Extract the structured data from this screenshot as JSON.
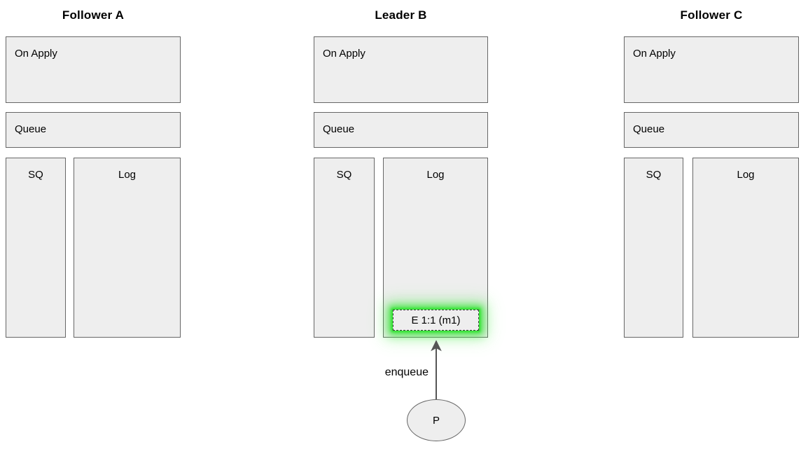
{
  "diagram": {
    "title_font_size": 17,
    "palette": {
      "box_fill": "#eeeeee",
      "box_stroke": "#666666",
      "highlight_glow": "#2de12d",
      "entry_border": "#3a3a3a",
      "edge_stroke": "#555555",
      "text": "#000000",
      "background": "#ffffff"
    },
    "columns": [
      {
        "id": "follower-a",
        "title": "Follower A",
        "on_apply": {
          "label": "On Apply"
        },
        "queue": {
          "label": "Queue"
        },
        "sq": {
          "label": "SQ"
        },
        "log": {
          "label": "Log",
          "entries": []
        }
      },
      {
        "id": "leader-b",
        "title": "Leader B",
        "on_apply": {
          "label": "On Apply"
        },
        "queue": {
          "label": "Queue"
        },
        "sq": {
          "label": "SQ"
        },
        "log": {
          "label": "Log",
          "entries": [
            {
              "text": "E 1:1 (m1)",
              "highlighted": true
            }
          ]
        }
      },
      {
        "id": "follower-c",
        "title": "Follower C",
        "on_apply": {
          "label": "On Apply"
        },
        "queue": {
          "label": "Queue"
        },
        "sq": {
          "label": "SQ"
        },
        "log": {
          "label": "Log",
          "entries": []
        }
      }
    ],
    "producer": {
      "label": "P"
    },
    "edges": [
      {
        "id": "enqueue",
        "label": "enqueue",
        "from": "producer",
        "to": "leader-b-log-entry"
      }
    ]
  }
}
